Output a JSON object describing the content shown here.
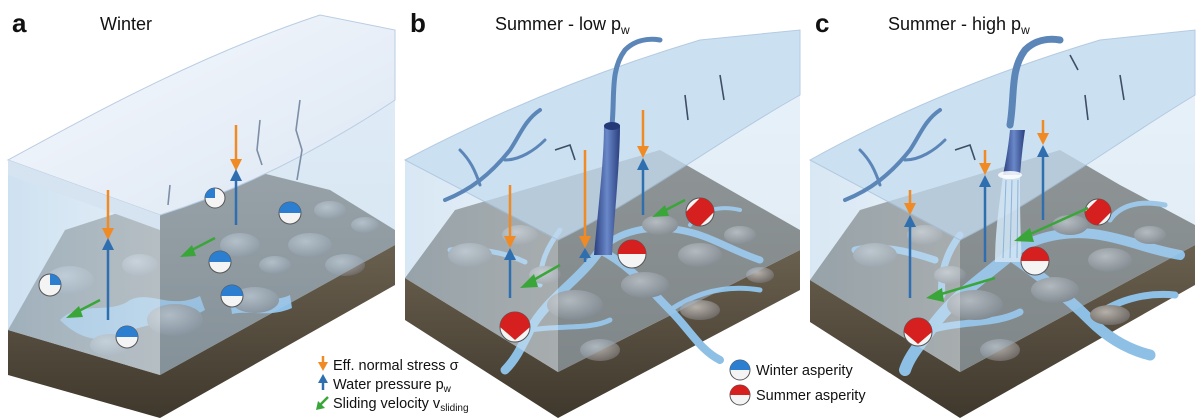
{
  "panels": [
    {
      "letter": "a",
      "title": "Winter",
      "title_sub": ""
    },
    {
      "letter": "b",
      "title": "Summer - low p",
      "title_sub": "w"
    },
    {
      "letter": "c",
      "title": "Summer - high p",
      "title_sub": "w"
    }
  ],
  "legend_arrows": [
    {
      "label": "Eff. normal stress σ",
      "sub": "",
      "color": "#f08a24",
      "icon": "orange-down-arrow-icon"
    },
    {
      "label": "Water pressure p",
      "sub": "w",
      "color": "#2f6fb0",
      "icon": "blue-up-arrow-icon"
    },
    {
      "label": "Sliding velocity v",
      "sub": "sliding",
      "color": "#3aa63a",
      "icon": "green-diagonal-arrow-icon"
    }
  ],
  "legend_asperities": [
    {
      "label": "Winter asperity",
      "color": "#2c7fd0",
      "icon": "winter-asperity-icon"
    },
    {
      "label": "Summer asperity",
      "color": "#d62020",
      "icon": "summer-asperity-icon"
    }
  ],
  "colors": {
    "ice_top": "#eef3fa",
    "ice_front": "#a9c9e6",
    "bed_surface": "#6b6256",
    "bed_side": "#4d4536",
    "water": "#8ec0e6",
    "channel": "#3e5a9c",
    "rock": "#8a8682",
    "stress_arrow": "#f08a24",
    "pressure_arrow": "#2f6fb0",
    "sliding_arrow": "#3aa63a"
  }
}
